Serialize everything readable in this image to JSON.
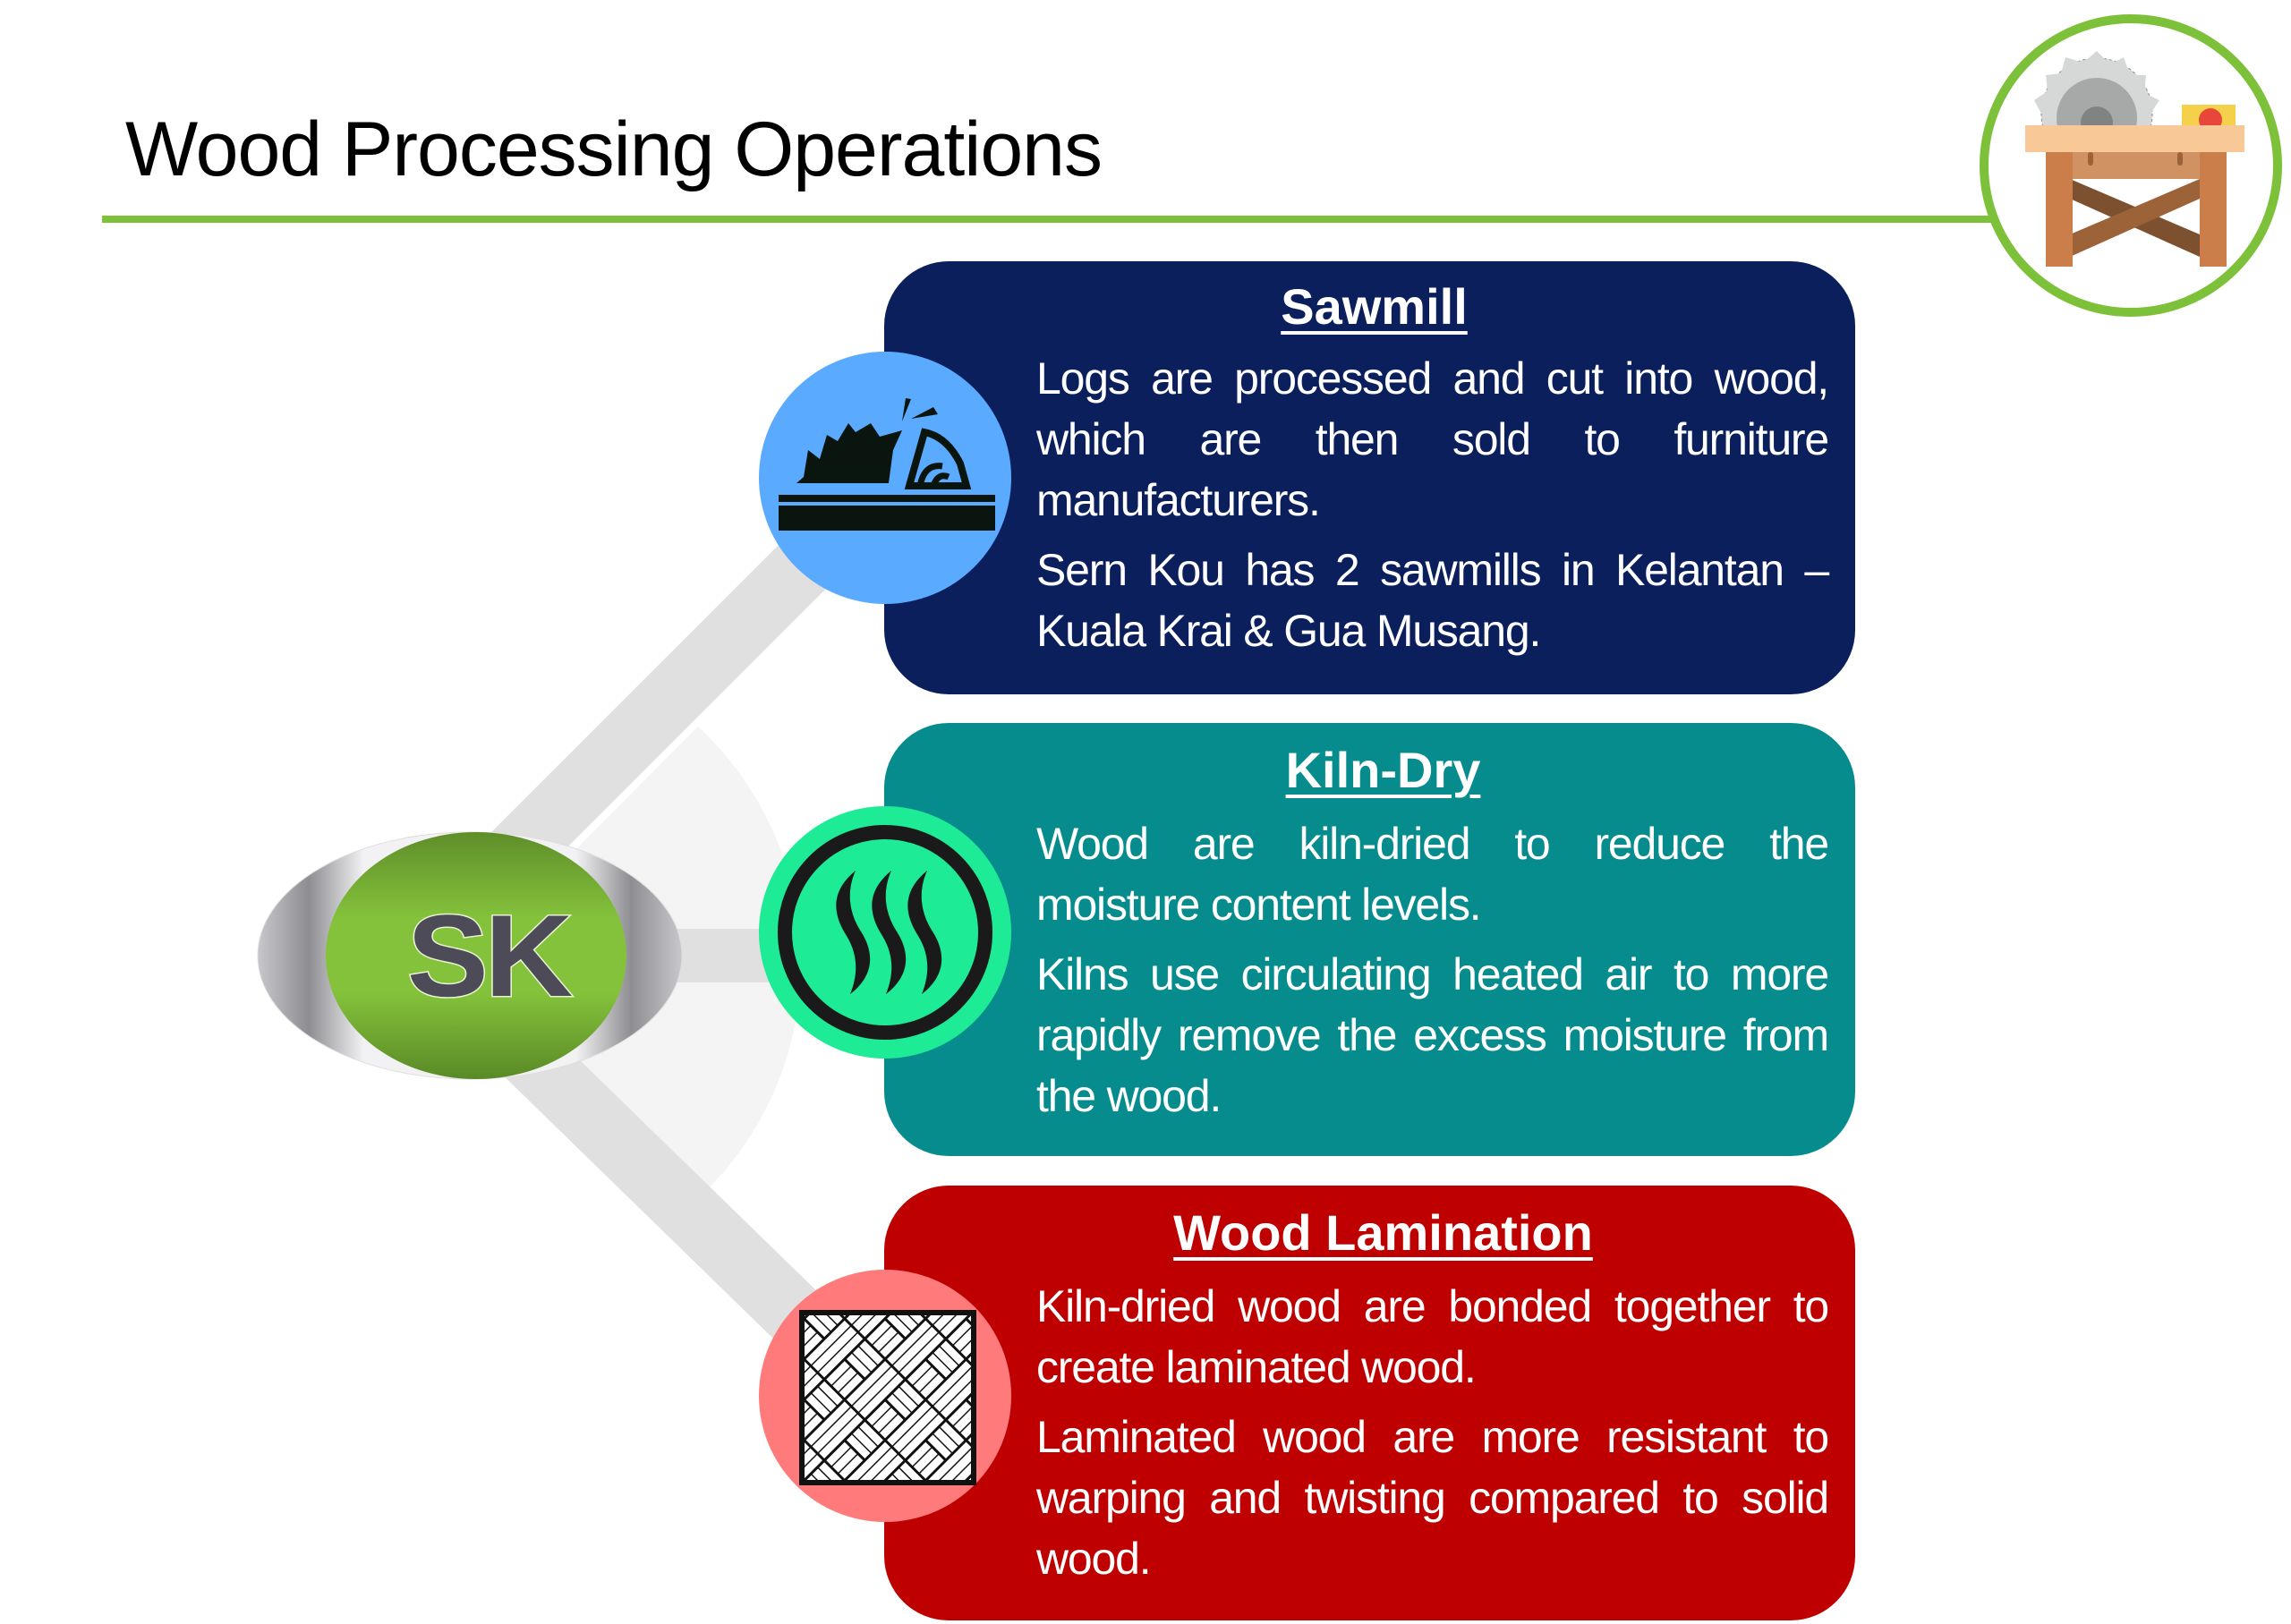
{
  "page": {
    "title": "Wood Processing Operations",
    "accent_color": "#7DC13A"
  },
  "corner_badge": {
    "icon": "table-saw-icon"
  },
  "hub": {
    "logo_text": "SK",
    "logo_colors": {
      "green": "#7DC13A",
      "letters": "#4D4B57",
      "ring": "#A8A8AC"
    }
  },
  "operations": [
    {
      "key": "sawmill",
      "heading": "Sawmill",
      "icon": "circular-saw-icon",
      "card_color": "#0B1F5C",
      "icon_bg": "#5AAAFF",
      "paragraphs": [
        "Logs are processed and cut into wood, which are then sold to furniture manufacturers.",
        "Sern Kou has 2 sawmills in Kelantan – Kuala Krai & Gua Musang."
      ]
    },
    {
      "key": "kiln-dry",
      "heading": "Kiln-Dry",
      "icon": "heat-waves-icon",
      "card_color": "#078C8E",
      "icon_bg": "#1DEB96",
      "paragraphs": [
        "Wood are kiln-dried to reduce the moisture content levels.",
        "Kilns use circulating heated air to more rapidly remove the excess moisture from the wood."
      ]
    },
    {
      "key": "wood-lamination",
      "heading": "Wood Lamination",
      "icon": "parquet-pattern-icon",
      "card_color": "#BF0000",
      "icon_bg": "#FF7B7B",
      "paragraphs": [
        "Kiln-dried wood are bonded together to create laminated wood.",
        "Laminated wood are more resistant to warping and twisting compared to solid wood."
      ]
    }
  ]
}
